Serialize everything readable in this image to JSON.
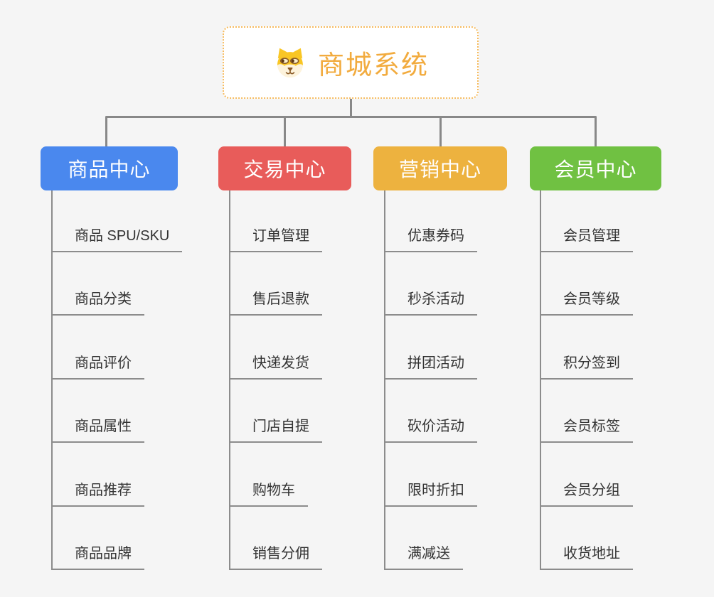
{
  "page": {
    "background_color": "#f5f5f5"
  },
  "root": {
    "title": "商城系统",
    "icon": "dog-face-icon",
    "accent_color": "#f2ab3e",
    "border_color": "#f6bb5e"
  },
  "connector_color": "#888888",
  "branches": [
    {
      "label": "商品中心",
      "color": "#4a88ee",
      "items": [
        "商品 SPU/SKU",
        "商品分类",
        "商品评价",
        "商品属性",
        "商品推荐",
        "商品品牌"
      ]
    },
    {
      "label": "交易中心",
      "color": "#e85c5a",
      "items": [
        "订单管理",
        "售后退款",
        "快递发货",
        "门店自提",
        "购物车",
        "销售分佣"
      ]
    },
    {
      "label": "营销中心",
      "color": "#edb23f",
      "items": [
        "优惠券码",
        "秒杀活动",
        "拼团活动",
        "砍价活动",
        "限时折扣",
        "满减送"
      ]
    },
    {
      "label": "会员中心",
      "color": "#70c142",
      "items": [
        "会员管理",
        "会员等级",
        "积分签到",
        "会员标签",
        "会员分组",
        "收货地址"
      ]
    }
  ]
}
